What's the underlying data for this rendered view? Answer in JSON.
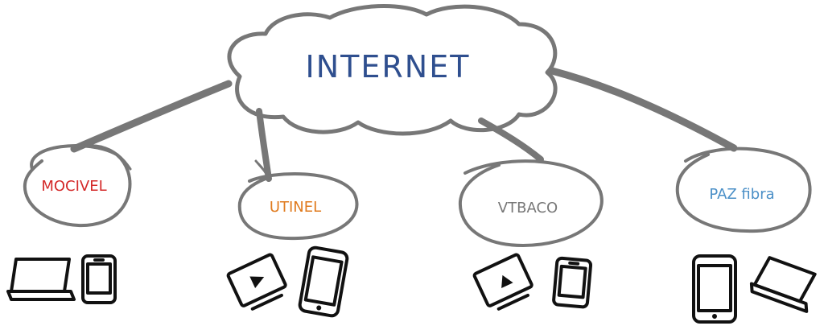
{
  "diagram": {
    "center": {
      "label": "INTERNET",
      "color": "#2f4f8f"
    },
    "providers": [
      {
        "label": "MOCIVEL",
        "color": "#d42a2a"
      },
      {
        "label": "UTINEL",
        "color": "#e07b1f"
      },
      {
        "label": "VTBACO",
        "color": "#777777"
      },
      {
        "label": "PAZ fibra",
        "color": "#4a8fc7"
      }
    ],
    "line_color": "#777777",
    "device_color": "#111111",
    "devices": [
      {
        "provider": "MOCIVEL",
        "icons": [
          "laptop-icon",
          "tablet-icon"
        ]
      },
      {
        "provider": "UTINEL",
        "icons": [
          "tv-icon",
          "smartphone-icon"
        ]
      },
      {
        "provider": "VTBACO",
        "icons": [
          "tv-icon",
          "tablet-icon"
        ]
      },
      {
        "provider": "PAZ fibra",
        "icons": [
          "smartphone-icon",
          "laptop-icon"
        ]
      }
    ]
  }
}
